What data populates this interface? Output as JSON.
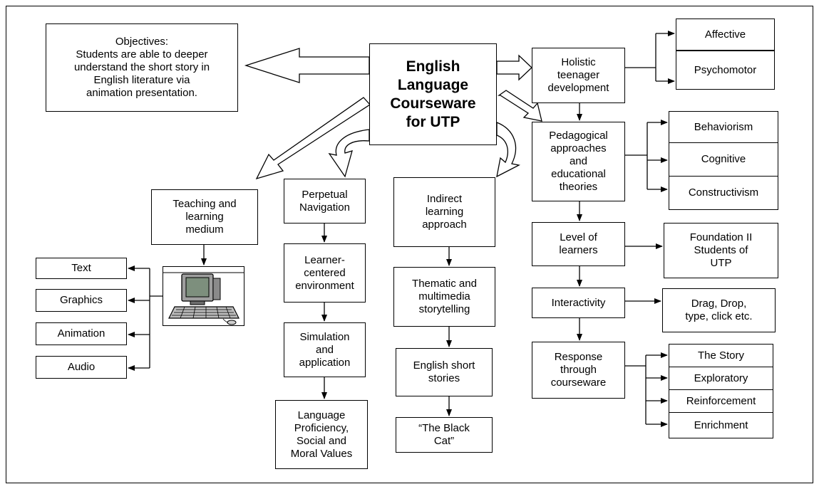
{
  "diagram": {
    "central": "English\nLanguage\nCourseware\nfor UTP",
    "objectives": "Objectives:\nStudents are able to deeper\nunderstand the short story in\nEnglish literature via\nanimation presentation.",
    "holistic": "Holistic\nteenager\ndevelopment",
    "affective": "Affective",
    "psychomotor": "Psychomotor",
    "pedagogical": "Pedagogical\napproaches\nand\neducational\ntheories",
    "behaviorism": "Behaviorism",
    "cognitive": "Cognitive",
    "constructivism": "Constructivism",
    "level_of_learners": "Level of\nlearners",
    "foundation": "Foundation II\nStudents of\nUTP",
    "interactivity": "Interactivity",
    "drag_drop": "Drag, Drop,\ntype, click etc.",
    "response": "Response\nthrough\ncourseware",
    "the_story": "The Story",
    "exploratory": "Exploratory",
    "reinforcement": "Reinforcement",
    "enrichment": "Enrichment",
    "teaching_medium": "Teaching and\nlearning\nmedium",
    "text": "Text",
    "graphics": "Graphics",
    "animation": "Animation",
    "audio": "Audio",
    "perpetual_navigation": "Perpetual\nNavigation",
    "learner_centered": "Learner-\ncentered\nenvironment",
    "simulation": "Simulation\nand\napplication",
    "language_proficiency": "Language\nProficiency,\nSocial and\nMoral Values",
    "indirect_learning": "Indirect\nlearning\napproach",
    "thematic": "Thematic and\nmultimedia\nstorytelling",
    "short_stories": "English short\nstories",
    "black_cat": "“The Black\nCat”"
  }
}
